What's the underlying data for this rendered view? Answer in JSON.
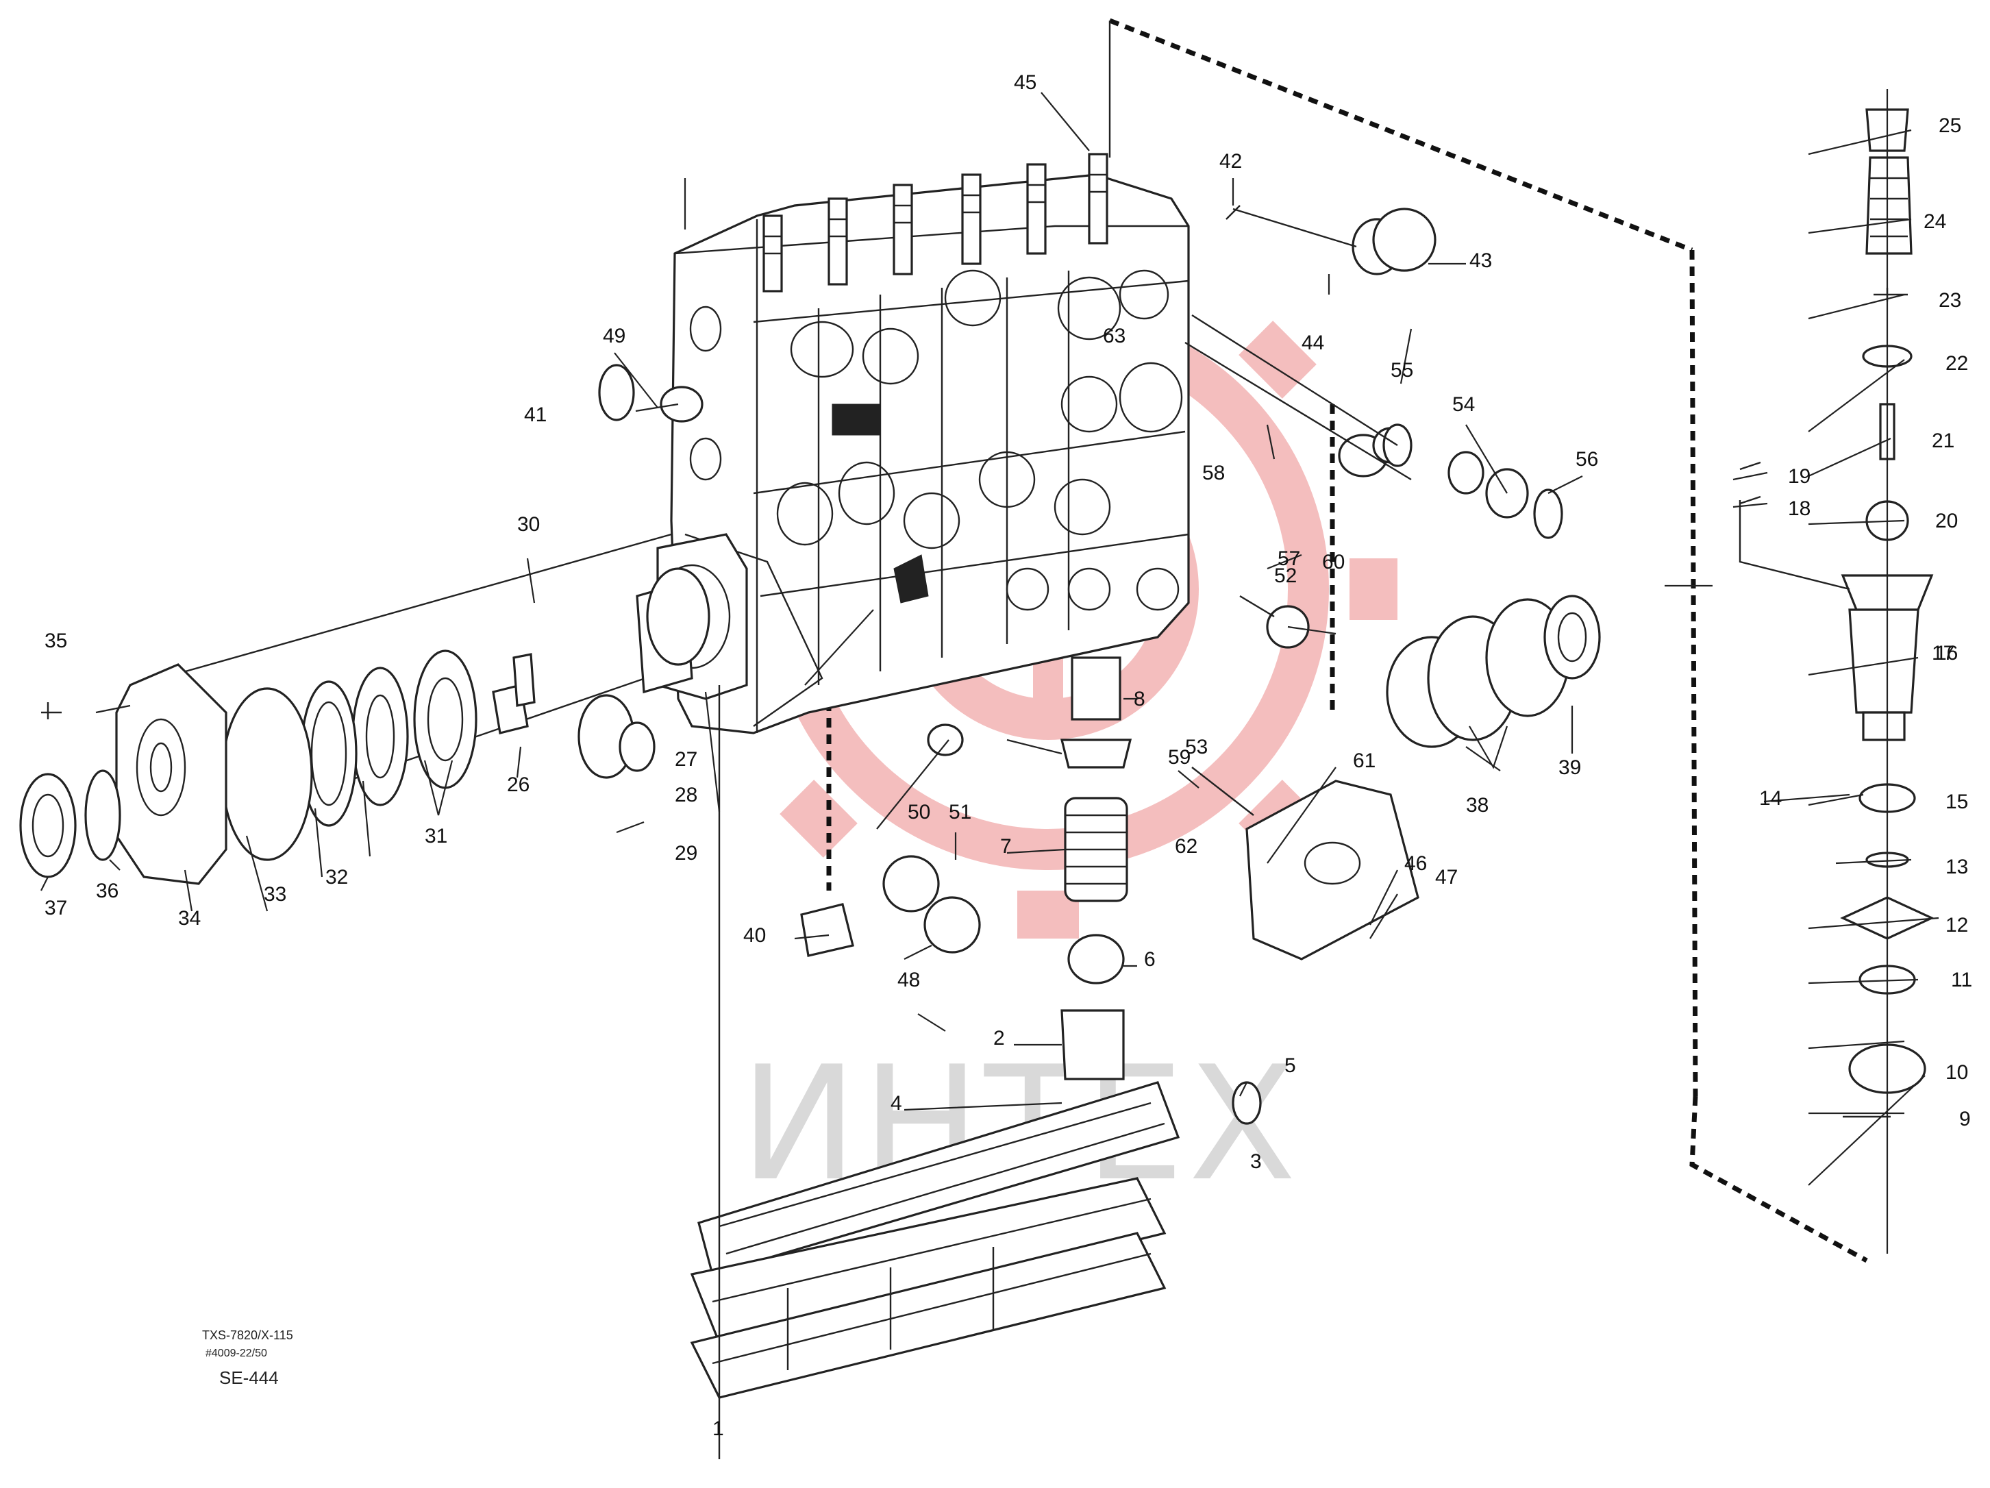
{
  "watermark": {
    "text": "ИНТЕХ",
    "logo_color": "#f3b3b3",
    "text_color": "#d9d9d9"
  },
  "reference": {
    "caption": "TXS-7820/X-115",
    "subcaption": "#4009-22/50",
    "code": "SE-444"
  },
  "callouts": [
    "1",
    "2",
    "3",
    "4",
    "5",
    "6",
    "7",
    "8",
    "9",
    "10",
    "11",
    "12",
    "13",
    "14",
    "15",
    "16",
    "17",
    "18",
    "19",
    "20",
    "21",
    "22",
    "23",
    "24",
    "25",
    "26",
    "27",
    "28",
    "29",
    "30",
    "31",
    "32",
    "33",
    "34",
    "35",
    "36",
    "37",
    "38",
    "39",
    "40",
    "41",
    "42",
    "43",
    "44",
    "45",
    "46",
    "47",
    "48",
    "49",
    "50",
    "51",
    "52",
    "53",
    "54",
    "55",
    "56",
    "57",
    "58",
    "59",
    "60",
    "61",
    "62",
    "63"
  ]
}
